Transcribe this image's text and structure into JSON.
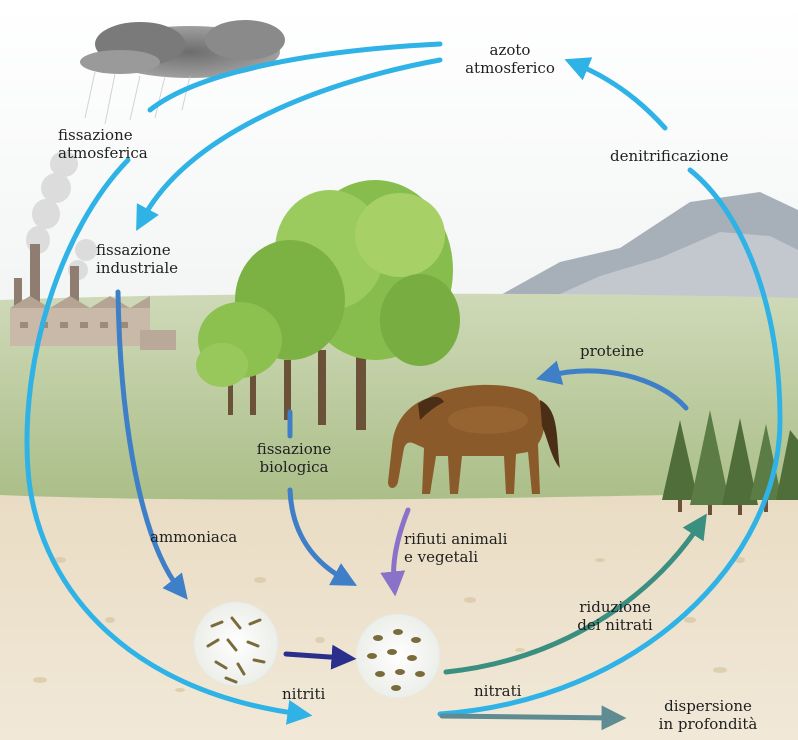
{
  "labels": {
    "azoto": "azoto\natmosferico",
    "fissazione_atmosferica": "fissazione\natmosferica",
    "denitrificazione": "denitrificazione",
    "fissazione_industriale": "fissazione\nindustriale",
    "proteine": "proteine",
    "fissazione_biologica": "fissazione\nbiologica",
    "ammoniaca": "ammoniaca",
    "rifiuti": "rifiuti animali\ne vegetali",
    "riduzione": "riduzione\ndei nitrati",
    "nitriti": "nitriti",
    "nitrati": "nitrati",
    "dispersione": "dispersione\nin profondità"
  },
  "colors": {
    "cycle_blue": "#2fb3e6",
    "mid_blue": "#3f7fc8",
    "dark_blue": "#2a2f8c",
    "purple": "#8a72c8",
    "teal": "#3a8f80",
    "slate": "#5f8c92",
    "sky": "#fbfcfc",
    "meadow": "#b7c89a",
    "soil": "#ece2cf",
    "tree": "#7fb648",
    "horse": "#8b5a2b",
    "mountain": "#9aa3ad"
  },
  "icons": [
    "cloud-icon",
    "factory-icon",
    "tree-icon",
    "horse-icon",
    "conifer-icon",
    "mountain-icon",
    "bacteria-icon"
  ]
}
